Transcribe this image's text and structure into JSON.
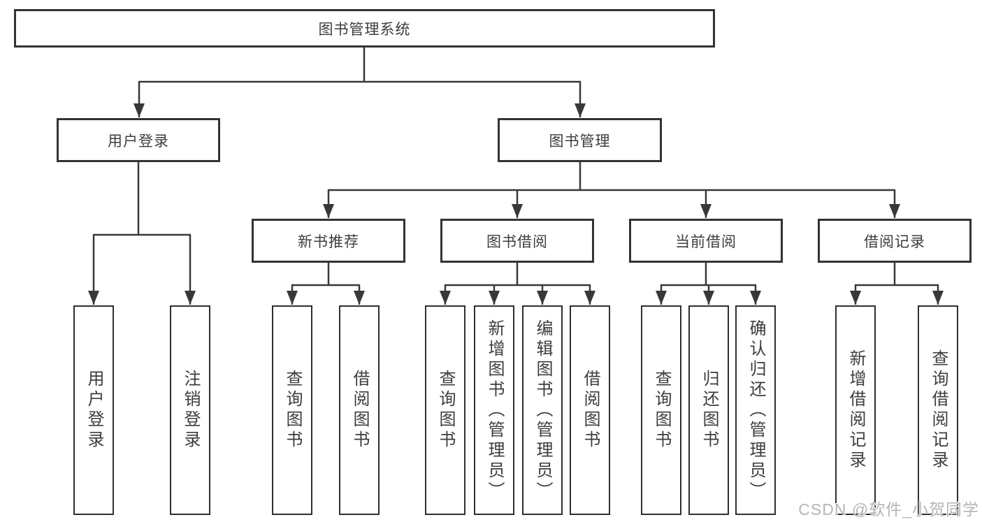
{
  "tree": {
    "root": {
      "label": "图书管理系统"
    },
    "branches": [
      {
        "label": "用户登录",
        "leaves": [
          {
            "label": "用户登录"
          },
          {
            "label": "注销登录"
          }
        ]
      },
      {
        "label": "图书管理",
        "groups": [
          {
            "label": "新书推荐",
            "leaves": [
              {
                "label": "查询图书"
              },
              {
                "label": "借阅图书"
              }
            ]
          },
          {
            "label": "图书借阅",
            "leaves": [
              {
                "label": "查询图书"
              },
              {
                "label": "新增图书（管理员）"
              },
              {
                "label": "编辑图书（管理员）"
              },
              {
                "label": "借阅图书"
              }
            ]
          },
          {
            "label": "当前借阅",
            "leaves": [
              {
                "label": "查询图书"
              },
              {
                "label": "归还图书"
              },
              {
                "label": "确认归还（管理员）"
              }
            ]
          },
          {
            "label": "借阅记录",
            "leaves": [
              {
                "label": "新增借阅记录"
              },
              {
                "label": "查询借阅记录"
              }
            ]
          }
        ]
      }
    ]
  },
  "watermark": {
    "text": "CSDN @软件_小贺同学"
  },
  "colors": {
    "line": "#383838",
    "box_border": "#333333",
    "text": "#3d3d3d",
    "watermark": "#b5b5b5",
    "background": "#ffffff"
  }
}
